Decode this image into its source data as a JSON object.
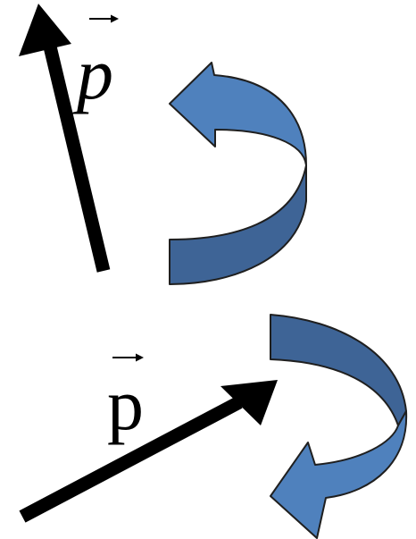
{
  "top_panel": {
    "momentum_symbol": "p",
    "arrow_color": "#000000",
    "rotation_arrow_color": "#4F81BD",
    "rotation_arrow_shade": "#3E6496",
    "rotation_direction": "counterclockwise"
  },
  "bottom_panel": {
    "momentum_symbol": "p",
    "arrow_color": "#000000",
    "rotation_arrow_color": "#4F81BD",
    "rotation_arrow_shade": "#3E6496",
    "rotation_direction": "clockwise"
  }
}
